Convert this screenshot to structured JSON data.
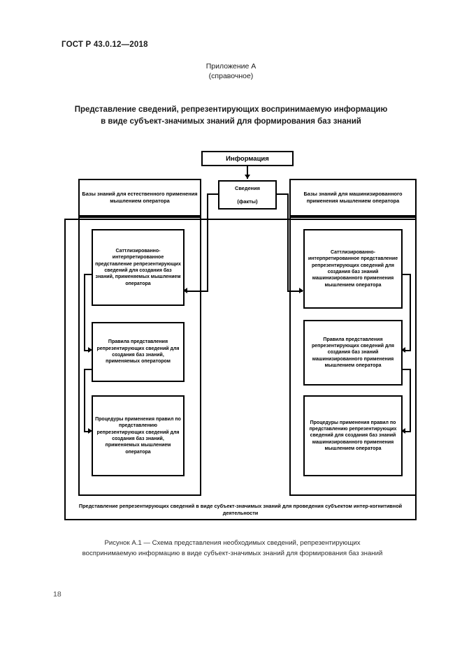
{
  "document": {
    "standard_number": "ГОСТ Р 43.0.12—2018",
    "page_number": "18",
    "annex_label": "Приложение А",
    "annex_kind": "(справочное)",
    "title_line1": "Представление сведений, репрезентирующих воспринимаемую информацию",
    "title_line2": "в виде субъект-значимых знаний для формирования баз знаний",
    "caption_line1": "Рисунок А.1 — Схема представления необходимых сведений, репрезентирующих",
    "caption_line2": "воспринимаемую информацию в виде субъект-значимых знаний для формирования баз знаний"
  },
  "diagram": {
    "type": "block-diagram",
    "source_node": "Информация",
    "central_node": "Сведения\n(факты)",
    "central_node_line1": "Сведения",
    "central_node_line2": "(факты)",
    "left_branch": {
      "header": "Базы знаний для естественного применения мышлением оператора",
      "steps": [
        "Саттлизированно-интерпретированное представление репрезентирующих сведений для создания баз знаний, применяемых мышлением оператора",
        "Правила представления репрезентирующих сведений для создания баз знаний, применяемых оператором",
        "Процедуры применения правил по представлению репрезентирующих сведений для создания баз знаний, применяемых мышлением оператора"
      ]
    },
    "right_branch": {
      "header": "Базы знаний для машинизированного применения мышлением оператора",
      "steps": [
        "Саттлизированно-интерпретированное представление репрезентирующих сведений для создания баз знаний машинизированного применения мышлением оператора",
        "Правила представления репрезентирующих сведений для создания баз знаний машинизированного применения мышлением оператора",
        "Процедуры применения правил по представлению репрезентирующих сведений для создания баз знаний машинизированного применения мышлением оператора"
      ]
    },
    "footer_band": "Представление репрезентирующих сведений в виде субъект-значимых знаний для проведения субъектом интер-когнитивной деятельности",
    "colors": {
      "stroke": "#000000",
      "fill": "#ffffff",
      "text": "#000000"
    }
  }
}
